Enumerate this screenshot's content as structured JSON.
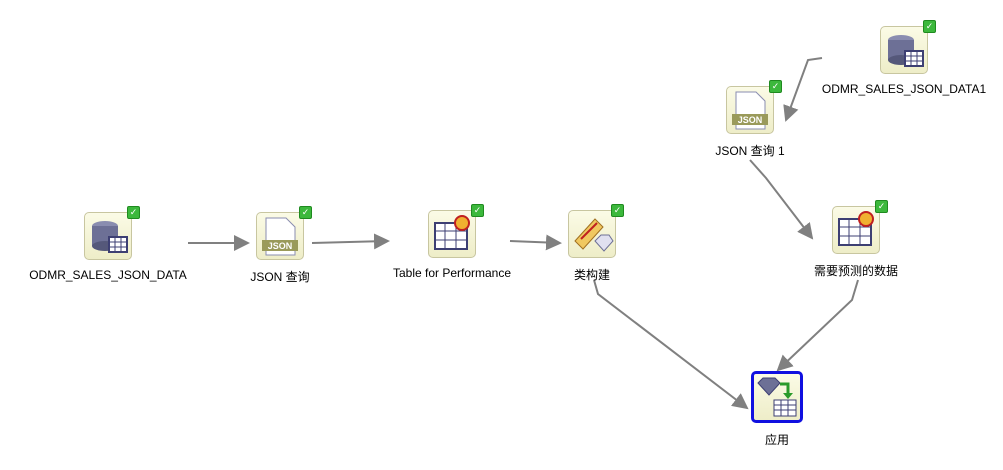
{
  "nodes": [
    {
      "id": "n1",
      "label": "ODMR_SALES_JSON_DATA",
      "type": "data-source",
      "status": "complete"
    },
    {
      "id": "n2",
      "label": "JSON 查询",
      "type": "json-query",
      "status": "complete"
    },
    {
      "id": "n3",
      "label": "Table for Performance",
      "type": "create-table",
      "status": "complete"
    },
    {
      "id": "n4",
      "label": "类构建",
      "type": "class-build",
      "status": "complete"
    },
    {
      "id": "n5",
      "label": "JSON 查询 1",
      "type": "json-query",
      "status": "complete"
    },
    {
      "id": "n6",
      "label": "ODMR_SALES_JSON_DATA1",
      "type": "data-source",
      "status": "complete"
    },
    {
      "id": "n7",
      "label": "需要预测的数据",
      "type": "create-table",
      "status": "complete"
    },
    {
      "id": "n8",
      "label": "应用",
      "type": "apply",
      "status": "selected"
    }
  ],
  "json_badge": "JSON",
  "colors": {
    "edge": "#808080",
    "selected": "#1010e0",
    "check": "#3cb83c"
  }
}
